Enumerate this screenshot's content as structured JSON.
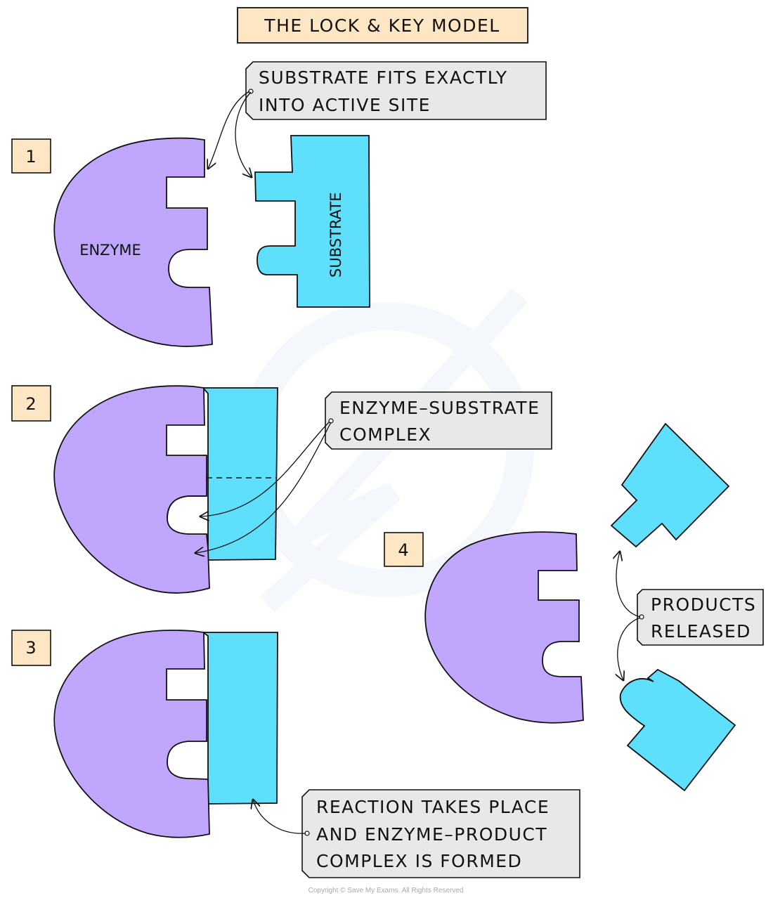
{
  "title": "THE LOCK & KEY MODEL",
  "colors": {
    "enzyme": "#c0a6fc",
    "substrate": "#5ee0fc",
    "title_box": "#fde6c3",
    "step_box": "#fde6c3",
    "callout_box": "#e8e8e8",
    "outline": "#111111"
  },
  "steps": [
    {
      "number": "1",
      "enzyme_label": "ENZYME",
      "substrate_label": "SUBSTRATE",
      "callout": {
        "line1": "SUBSTRATE  FITS  EXACTLY",
        "line2": "INTO  ACTIVE  SITE"
      }
    },
    {
      "number": "2",
      "callout": {
        "line1": "ENZYME–SUBSTRATE",
        "line2": "COMPLEX"
      }
    },
    {
      "number": "3",
      "callout": {
        "line1": "REACTION  TAKES  PLACE",
        "line2": "AND  ENZYME–PRODUCT",
        "line3": "COMPLEX  IS  FORMED"
      }
    },
    {
      "number": "4",
      "callout": {
        "line1": "PRODUCTS",
        "line2": "RELEASED"
      }
    }
  ],
  "copyright": "Copyright © Save My Exams. All Rights Reserved"
}
